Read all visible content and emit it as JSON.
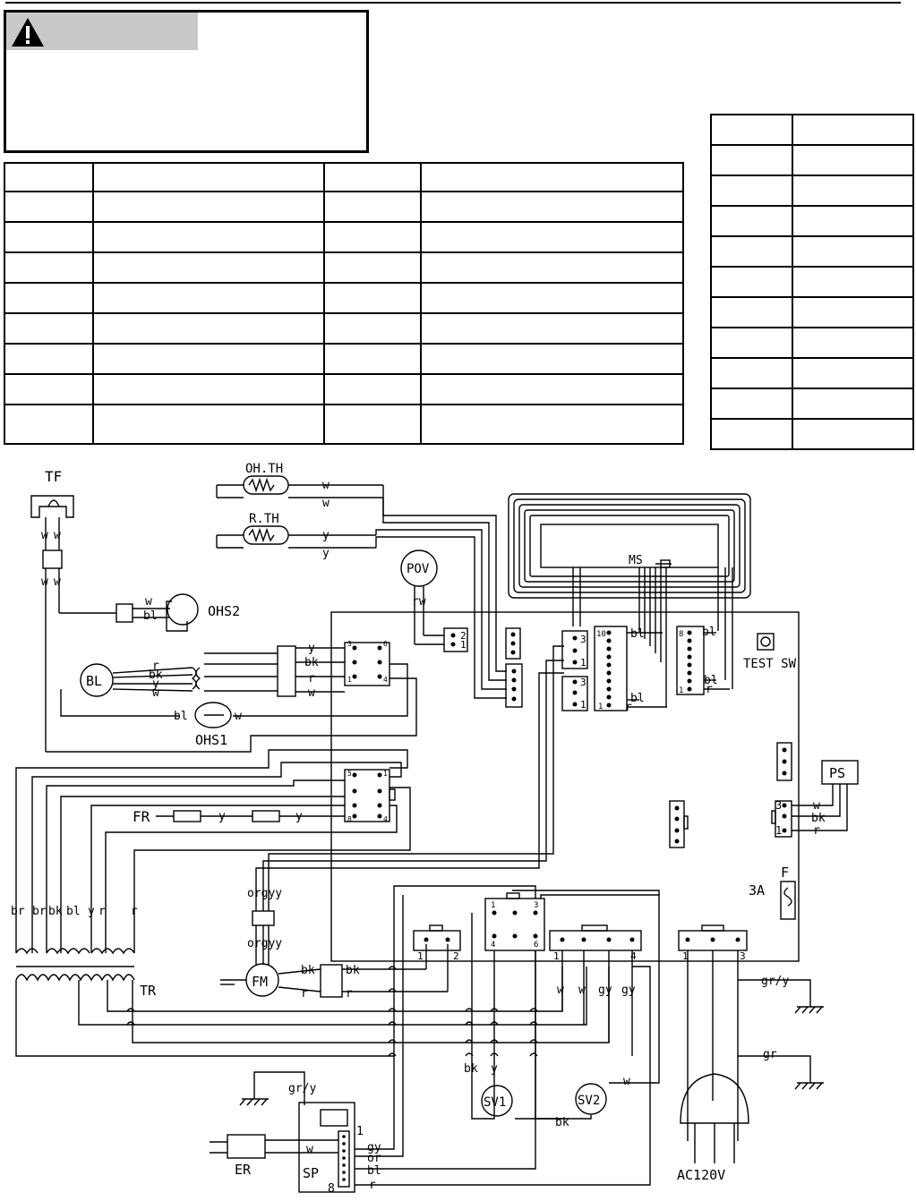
{
  "labels": {
    "tf": "TF",
    "ohth": "OH.TH",
    "rth": "R.TH",
    "pov": "POV",
    "ohs2": "OHS2",
    "ohs1": "OHS1",
    "bl": "BL",
    "fr": "FR",
    "ms": "MS",
    "test_sw": "TEST SW",
    "ps": "PS",
    "fuse_f": "F",
    "fuse_rating": "3A",
    "fm": "FM",
    "tr": "TR",
    "sv1": "SV1",
    "sv2": "SV2",
    "er": "ER",
    "sp": "SP",
    "ac": "AC120V"
  },
  "wires": {
    "w": "w",
    "bl": "bl",
    "r": "r",
    "bk": "bk",
    "y": "y",
    "gy": "gy",
    "or": "or",
    "br": "br",
    "gr": "gr",
    "gr_y": "gr/y",
    "rw": "rw",
    "orgyy": "orgyy"
  },
  "pins": {
    "p1": "1",
    "p2": "2",
    "p3": "3",
    "p4": "4",
    "p5": "5",
    "p6": "6",
    "p8": "8",
    "p10": "10"
  }
}
